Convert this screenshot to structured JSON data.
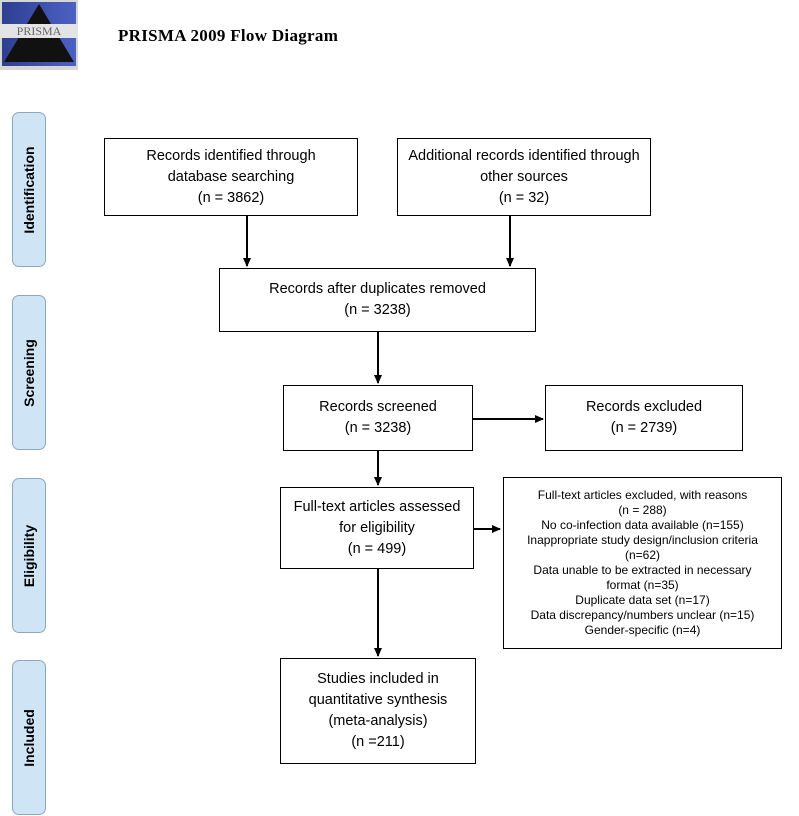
{
  "header": {
    "title": "PRISMA 2009 Flow Diagram",
    "logo_text": "PRISMA"
  },
  "stages": [
    "Identification",
    "Screening",
    "Eligibility",
    "Included"
  ],
  "boxes": {
    "db": [
      "Records identified through",
      "database searching",
      "(n = 3862)"
    ],
    "other": [
      "Additional records identified through",
      "other sources",
      "(n = 32)"
    ],
    "dup": [
      "Records after duplicates removed",
      "(n = 3238)"
    ],
    "screened": [
      "Records screened",
      "(n = 3238)"
    ],
    "excluded": [
      "Records excluded",
      "(n = 2739)"
    ],
    "fulltext": [
      "Full-text articles assessed",
      "for eligibility",
      "(n = 499)"
    ],
    "ftexcluded": [
      "Full-text articles excluded, with reasons",
      "(n = 288)",
      "No co-infection data available (n=155)",
      "Inappropriate study design/inclusion criteria",
      "(n=62)",
      "Data unable to be extracted in necessary",
      "format (n=35)",
      "Duplicate data set (n=17)",
      "Data discrepancy/numbers unclear (n=15)",
      "Gender-specific (n=4)"
    ],
    "included": [
      "Studies included in",
      "quantitative synthesis",
      "(meta-analysis)",
      "(n =211)"
    ]
  }
}
